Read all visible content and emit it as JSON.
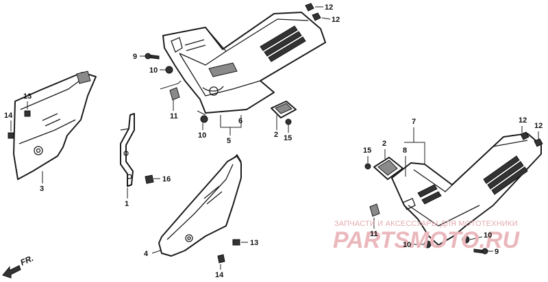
{
  "callouts": {
    "c12a": "12",
    "c12b": "12",
    "c9a": "9",
    "c10a": "10",
    "c11a": "11",
    "c10b": "10",
    "c6a": "6",
    "c5": "5",
    "c2a": "2",
    "c15a": "15",
    "c13a": "13",
    "c14a": "14",
    "c3": "3",
    "c16": "16",
    "c1": "1",
    "c13b": "13",
    "c14b": "14",
    "c4": "4",
    "c7": "7",
    "c12c": "12",
    "c12d": "12",
    "c15b": "15",
    "c2b": "2",
    "c8": "8",
    "c11b": "11",
    "c10c": "10",
    "c10d": "10",
    "c9b": "9"
  },
  "direction_label": "FR.",
  "watermark": {
    "subtitle": "ЗАПЧАСТИ И АКСЕССУАРЫ ДЛЯ МОТОТЕХНИКИ",
    "brand": "PARTSMOTO.RU"
  }
}
